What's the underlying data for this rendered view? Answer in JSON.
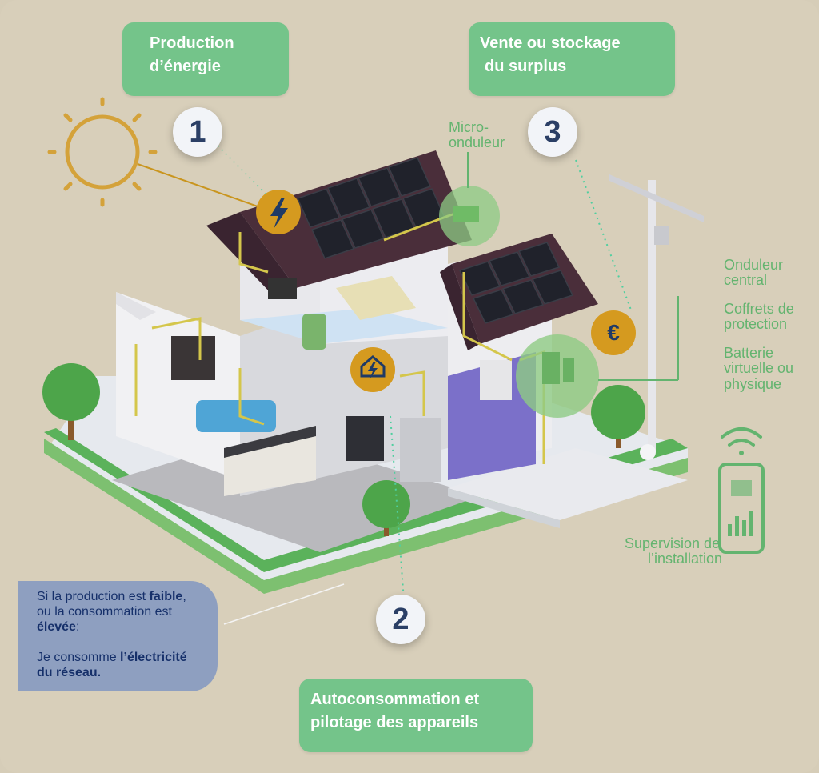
{
  "steps": {
    "step1": {
      "number": "1",
      "line1": "Production",
      "line2": "d’énergie"
    },
    "step2": {
      "number": "2",
      "line1": "Autoconsommation et",
      "line2": "pilotage des appareils"
    },
    "step3": {
      "number": "3",
      "line1": "Vente ou stockage",
      "line2": "du surplus"
    }
  },
  "labels": {
    "micro_onduleur": [
      "Micro-",
      "onduleur"
    ],
    "onduleur_central": [
      "Onduleur",
      "central"
    ],
    "coffrets": [
      "Coffrets de",
      "protection"
    ],
    "batterie": [
      "Batterie",
      "virtuelle ou",
      "physique"
    ],
    "supervision": [
      "Supervision de",
      "l’installation"
    ]
  },
  "info": {
    "p1_a": "Si la production est ",
    "p1_b": "faible",
    "p1_c": ",",
    "p1_d": "ou la consommation est",
    "p1_e": "élevée",
    "p1_f": ":",
    "p2_a": "Je consomme ",
    "p2_b": "l’électricité",
    "p2_c": "du réseau."
  },
  "icons": {
    "sun": "sun-icon",
    "lightning": "lightning-bolt-icon",
    "house": "house-energy-icon",
    "euro": "euro-icon",
    "euro_symbol": "€",
    "wifi": "wifi-icon",
    "phone": "smartphone-icon"
  },
  "colors": {
    "background": "#d8cfba",
    "step_box": "#74c48a",
    "label_green": "#63b46f",
    "number_text": "#2b3f66",
    "info_bubble": "#8e9fc0",
    "info_text": "#16306a",
    "icon_gold": "#d59a1f",
    "roof": "#4a2e3a",
    "solar_panel": "#20222b",
    "grass": "#5bb25b"
  }
}
